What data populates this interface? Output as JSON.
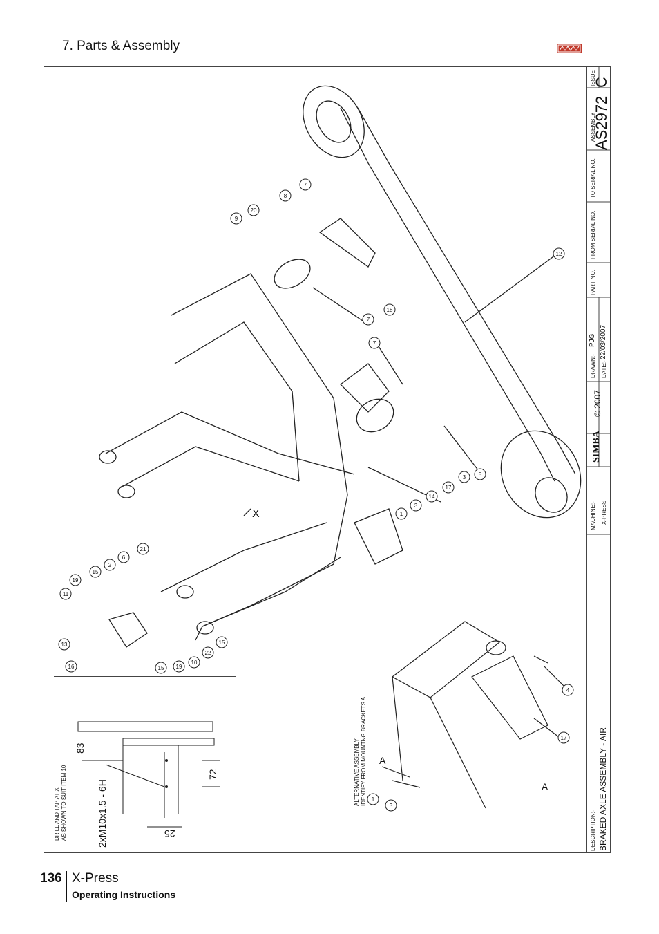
{
  "header": {
    "section_title": "7. Parts & Assembly"
  },
  "footer": {
    "page_number": "136",
    "product": "X-Press",
    "subtitle": "Operating Instructions"
  },
  "title_block": {
    "issue_label": "ISSUE",
    "issue_value": "C",
    "assembly_label": "ASSEMBLY",
    "assembly_value": "AS2972",
    "to_serial_label": "TO SERIAL NO.",
    "from_serial_label": "FROM SERIAL NO.",
    "part_no_label": "PART NO.",
    "drawn_label": "DRAWN:-",
    "drawn_value": "PJG",
    "date_label": "DATE:-",
    "date_value": "22/03/2007",
    "copyright": "© 2007",
    "brand": "SIMBA",
    "machine_label": "MACHINE:-",
    "machine_value": "X-PRESS",
    "description_label": "DESCRIPTION:-",
    "description_value": "BRAKED AXLE ASSEMBLY - AIR"
  },
  "detail_drill": {
    "note_line1": "DRILL AND TAP AT X",
    "note_line2": "AS SHOWN TO SUIT ITEM 10",
    "thread": "2xM10x1.5 - 6H",
    "dim_83": "83",
    "dim_72": "72",
    "dim_25": "25"
  },
  "detail_alt": {
    "note_line1": "ALTERNATIVE ASSEMBLY:",
    "note_line2": "IDENTIFY FROM MOUNTNG BRACKETS  A",
    "marker_a": "A",
    "balloons": [
      "1",
      "3",
      "4",
      "17"
    ]
  },
  "main_drawing": {
    "marker_x": "X",
    "balloons": [
      "9",
      "20",
      "8",
      "7",
      "7",
      "18",
      "12",
      "7",
      "5",
      "3",
      "17",
      "14",
      "3",
      "1",
      "21",
      "6",
      "2",
      "15",
      "19",
      "11",
      "13",
      "16",
      "15",
      "19",
      "10",
      "22",
      "15"
    ]
  }
}
